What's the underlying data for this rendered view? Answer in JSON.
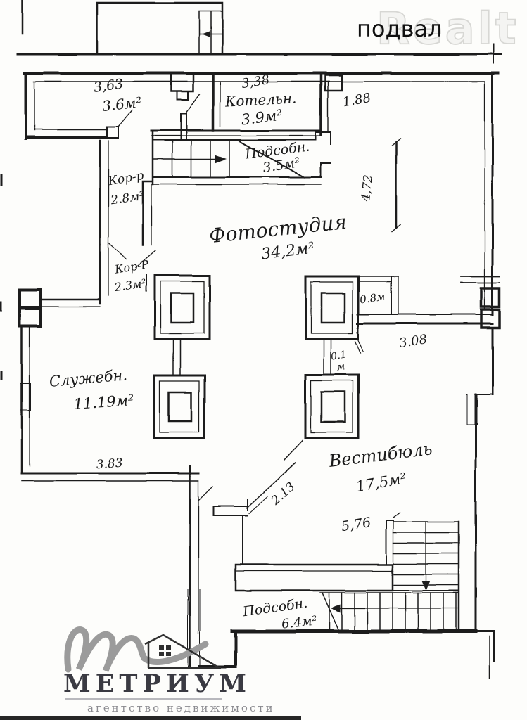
{
  "header": {
    "title": "подвал",
    "watermark": "Realt"
  },
  "labels": {
    "dim_top_left": "3,63",
    "area_top_left": "3.6м²",
    "dim_boiler_width": "3,38",
    "boiler_name": "Котельн.",
    "boiler_area": "3.9м²",
    "dim_right_gap": "1.88",
    "utility_top_name": "Подсобн.",
    "utility_top_area": "3.5м²",
    "corridor1_name": "Кор-р",
    "corridor1_area": "2.8м²",
    "studio_name": "Фотостудия",
    "studio_area": "34,2м²",
    "dim_studio_height": "4,72",
    "corridor2_name": "Кор-Р",
    "corridor2_area": "2.3м²",
    "dim_column_gap": "0.8м",
    "dim_wall_right": "3.08",
    "dim_small_gap_value": "0.1",
    "dim_small_gap_unit": "м",
    "service_name": "Служебн.",
    "service_area": "11.19м²",
    "dim_service_width": "3.83",
    "vestibule_name": "Вестибюль",
    "vestibule_area": "17,5м²",
    "dim_diagonal": "2.13",
    "dim_stair_width": "5,76",
    "utility_bottom_name": "Подсобн.",
    "utility_bottom_area": "6.4м²"
  },
  "logo": {
    "brand": "МЕТРИУМ",
    "tagline": "агентство недвижимости"
  },
  "colors": {
    "ink": "#1c1c1c",
    "watermark_outline": "#d7d7d4",
    "logo_gray": "#9b9b9b",
    "logo_text": "#3a3a42"
  }
}
